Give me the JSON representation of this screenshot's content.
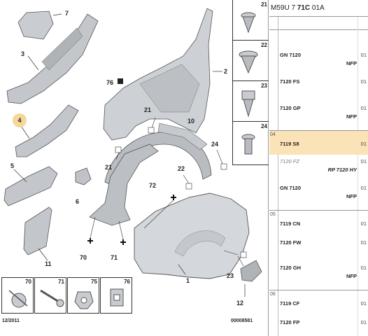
{
  "header": {
    "prefix": "M59U 7 ",
    "bold": "71C",
    "suffix": " 01A"
  },
  "callouts": {
    "c7": "7",
    "c3": "3",
    "c4": "4",
    "c5": "5",
    "c6": "6",
    "c11": "11",
    "c76": "76",
    "c2": "2",
    "c21a": "21",
    "c21b": "21",
    "c10": "10",
    "c24": "24",
    "c22": "22",
    "c72": "72",
    "c70": "70",
    "c71": "71",
    "c1": "1",
    "c23": "23",
    "c12": "12"
  },
  "parts_col": [
    "21",
    "22",
    "23",
    "24"
  ],
  "fasteners": [
    "70",
    "71",
    "75",
    "76"
  ],
  "footer": {
    "date": "12/2011",
    "code": "00008581"
  },
  "table": {
    "rows": [
      {
        "grp": "",
        "code": "GN 7120",
        "note": "",
        "qty": "01",
        "nfp": "NFP"
      },
      {
        "grp": "",
        "code": "7120 FS",
        "note": "",
        "qty": "01",
        "nfp": ""
      },
      {
        "grp": "",
        "code": "7120 GP",
        "note": "",
        "qty": "01",
        "nfp": "NFP"
      },
      {
        "grp": "04",
        "code": "7119 S8",
        "note": "",
        "qty": "01",
        "nfp": ""
      },
      {
        "grp": "",
        "code": "7120 FZ",
        "note": "RP 7120 HY",
        "qty": "01",
        "nfp": ""
      },
      {
        "grp": "",
        "code": "GN 7120",
        "note": "",
        "qty": "01",
        "nfp": "NFP"
      },
      {
        "grp": "05",
        "code": "7119 CN",
        "note": "",
        "qty": "01",
        "nfp": ""
      },
      {
        "grp": "",
        "code": "7120 FW",
        "note": "",
        "qty": "01",
        "nfp": ""
      },
      {
        "grp": "",
        "code": "7120 GH",
        "note": "",
        "qty": "01",
        "nfp": "NFP"
      },
      {
        "grp": "06",
        "code": "7119 CF",
        "note": "",
        "qty": "01",
        "nfp": ""
      },
      {
        "grp": "",
        "code": "7120 FP",
        "note": "",
        "qty": "01",
        "nfp": ""
      }
    ]
  }
}
